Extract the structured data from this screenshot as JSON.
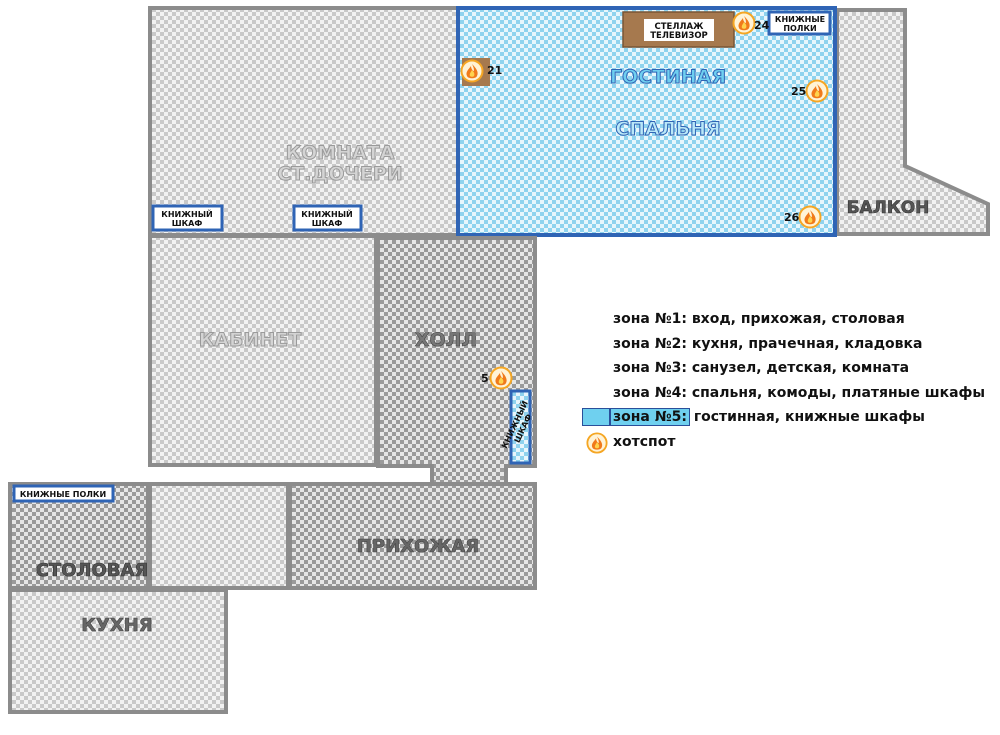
{
  "rooms": {
    "daughter_room": "КОМНАТА\nСТ.ДОЧЕРИ",
    "living_room": "ГОСТИНАЯ",
    "bedroom": "СПАЛЬНЯ",
    "balcony": "БАЛКОН",
    "study": "КАБИНЕТ",
    "hall": "ХОЛЛ",
    "dining": "СТОЛОВАЯ",
    "kitchen": "КУХНЯ",
    "hallway": "ПРИХОЖАЯ"
  },
  "furniture": {
    "rack_tv_line1": "СТЕЛЛАЖ",
    "rack_tv_line2": "ТЕЛЕВИЗОР",
    "bookshelves_line1": "КНИЖНЫЕ",
    "bookshelves_line2": "ПОЛКИ",
    "bookcase_line1": "КНИЖНЫЙ",
    "bookcase_line2": "ШКАФ",
    "bookshelves_single": "КНИЖНЫЕ ПОЛКИ"
  },
  "hotspots": {
    "h21": "21",
    "h24": "24",
    "h25": "25",
    "h26": "26",
    "h5": "5"
  },
  "legend": {
    "zone1_key": "зона №1:",
    "zone1_desc": "вход, прихожая, столовая",
    "zone2_key": "зона №2:",
    "zone2_desc": "кухня, прачечная, кладовка",
    "zone3_key": "зона №3:",
    "zone3_desc": "санузел, детская, комната",
    "zone4_key": "зона №4:",
    "zone4_desc": "спальня, комоды, платяные шкафы",
    "zone5_key": "зона №5:",
    "zone5_desc": "гостинная, книжные шкафы",
    "hotspot_label": "хотспот"
  },
  "colors": {
    "wall": "#8c8c8c",
    "zone5_fill": "#bfe8f6",
    "zone5_border": "#2f64b5",
    "furniture_brown": "#a6794e",
    "flame_orange": "#f07a1b",
    "flame_ring": "#f5a623"
  }
}
